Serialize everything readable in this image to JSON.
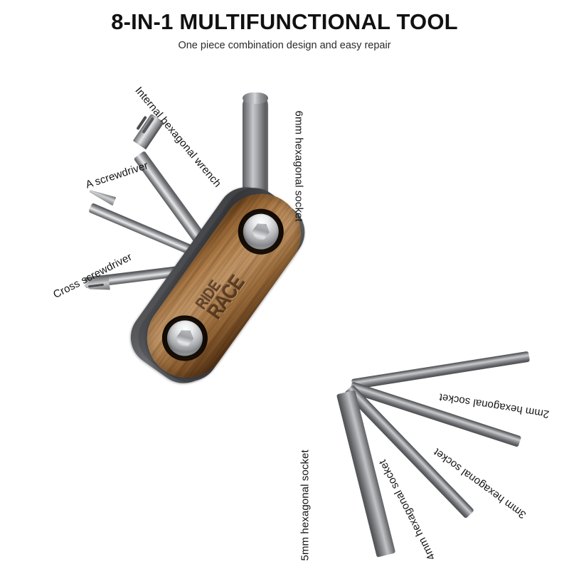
{
  "header": {
    "title": "8-IN-1 MULTIFUNCTIONAL TOOL",
    "subtitle": "One piece combination design and easy repair"
  },
  "product": {
    "brand_line_1": "RIDE",
    "brand_line_2": "RACE",
    "handle_material": "wood",
    "tool_count": 8
  },
  "colors": {
    "background": "#ffffff",
    "title_text": "#111111",
    "label_text": "#151515",
    "wood_light": "#c49563",
    "wood_mid": "#95632f",
    "wood_dark": "#6a4220",
    "metal_light": "#f0f1f2",
    "metal_mid": "#8e9094",
    "metal_dark": "#4a4c4f",
    "plate_dark": "#3d3f42",
    "engrave": "#54331a",
    "bolt_chrome": "#e9eaec"
  },
  "labels": [
    {
      "id": "internal-hexagonal-wrench",
      "text": "Internal hexagonal wrench"
    },
    {
      "id": "a-screwdriver",
      "text": "A screwdriver"
    },
    {
      "id": "cross-screwdriver",
      "text": "Cross screwdriver"
    },
    {
      "id": "6mm-hexagonal-socket",
      "text": "6mm hexagonal socket"
    },
    {
      "id": "2mm-hexagonal-socket",
      "text": "2mm hexagonal socket"
    },
    {
      "id": "3mm-hexagonal-socket",
      "text": "3mm hexagonal socket"
    },
    {
      "id": "4mm-hexagonal-socket",
      "text": "4mm hexagonal socket"
    },
    {
      "id": "5mm-hexagonal-socket",
      "text": "5mm hexagonal socket"
    }
  ]
}
